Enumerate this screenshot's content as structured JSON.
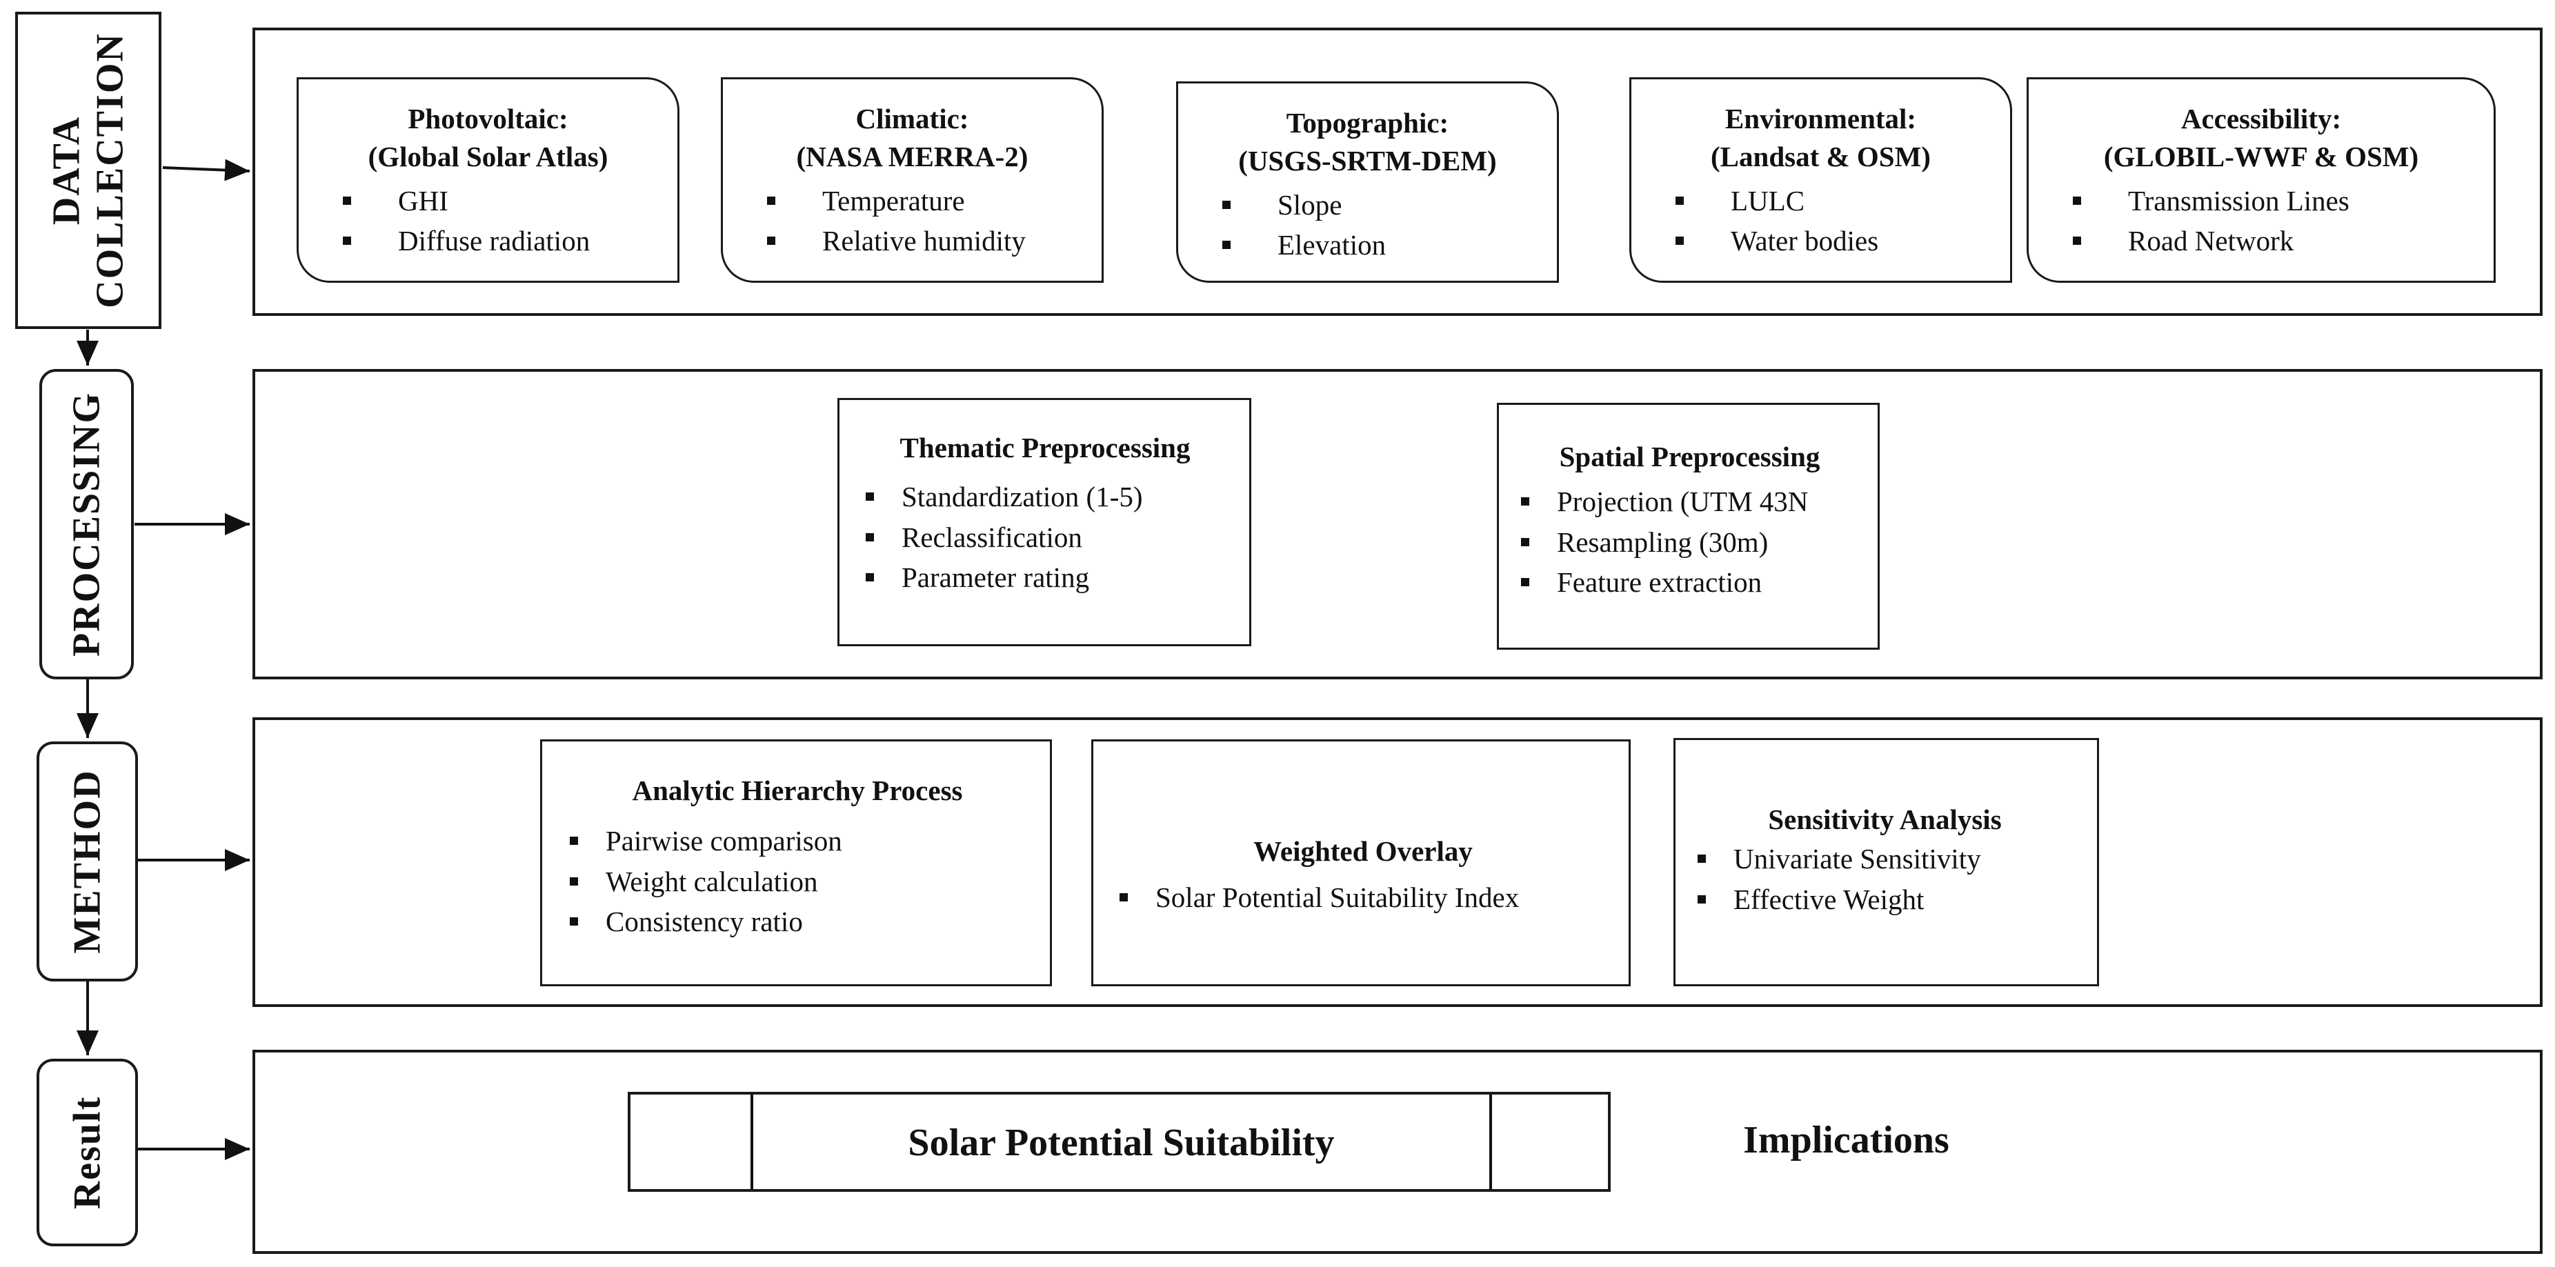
{
  "stages": {
    "data_collection": "DATA\nCOLLECTION",
    "processing": "PROCESSING",
    "method": "METHOD",
    "result": "Result"
  },
  "data_collection": {
    "cards": [
      {
        "title": "Photovoltaic:",
        "subtitle": "(Global Solar Atlas)",
        "items": [
          "GHI",
          "Diffuse radiation"
        ]
      },
      {
        "title": "Climatic:",
        "subtitle": "(NASA MERRA-2)",
        "items": [
          "Temperature",
          "Relative humidity"
        ]
      },
      {
        "title": "Topographic:",
        "subtitle": "(USGS-SRTM-DEM)",
        "items": [
          "Slope",
          "Elevation"
        ]
      },
      {
        "title": "Environmental:",
        "subtitle": "(Landsat & OSM)",
        "items": [
          "LULC",
          "Water bodies"
        ]
      },
      {
        "title": "Accessibility:",
        "subtitle": "(GLOBIL-WWF & OSM)",
        "items": [
          "Transmission Lines",
          "Road Network"
        ]
      }
    ]
  },
  "processing": {
    "boxes": [
      {
        "title": "Thematic Preprocessing",
        "items": [
          "Standardization (1-5)",
          "Reclassification",
          "Parameter rating"
        ]
      },
      {
        "title": "Spatial Preprocessing",
        "items": [
          "Projection (UTM 43N",
          "Resampling (30m)",
          "Feature extraction"
        ]
      }
    ]
  },
  "method": {
    "boxes": [
      {
        "title": "Analytic Hierarchy Process",
        "items": [
          "Pairwise comparison",
          "Weight  calculation",
          "Consistency ratio"
        ]
      },
      {
        "title": "Weighted Overlay",
        "items": [
          "Solar Potential Suitability Index"
        ]
      },
      {
        "title": "Sensitivity Analysis",
        "items": [
          "Univariate Sensitivity",
          "Effective Weight"
        ]
      }
    ]
  },
  "result": {
    "suitability": "Solar Potential Suitability",
    "implications": "Implications"
  }
}
